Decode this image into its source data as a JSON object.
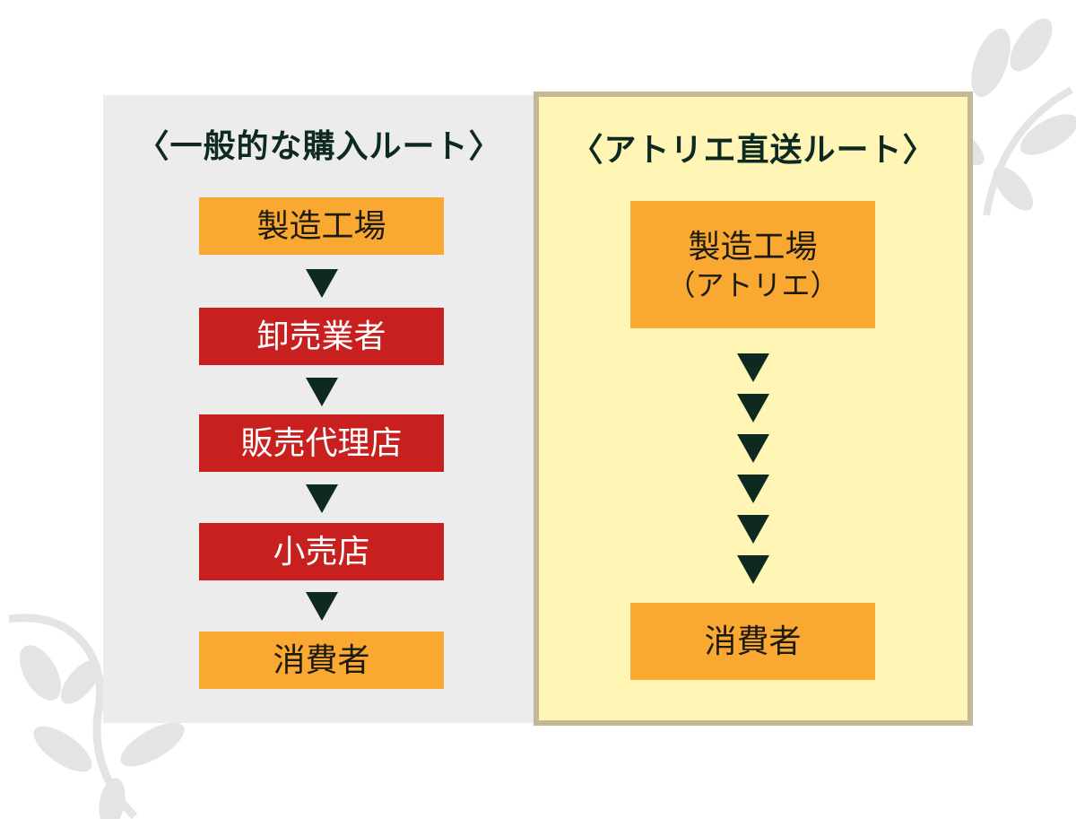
{
  "colors": {
    "left_panel_bg": "#ececec",
    "right_panel_bg": "#fff5b5",
    "right_panel_border": "#c6b796",
    "orange_box": "#f9a832",
    "red_box": "#c8201f",
    "arrow": "#0e2a20",
    "title_text": "#0e2a20"
  },
  "general_route": {
    "title": "〈一般的な購入ルート〉",
    "steps": [
      {
        "label": "製造工場",
        "style": "orange"
      },
      {
        "label": "卸売業者",
        "style": "red"
      },
      {
        "label": "販売代理店",
        "style": "red"
      },
      {
        "label": "小売店",
        "style": "red"
      },
      {
        "label": "消費者",
        "style": "orange"
      }
    ],
    "arrow_icon": "▼"
  },
  "atelier_route": {
    "title": "〈アトリエ直送ルート〉",
    "steps": [
      {
        "label": "製造工場",
        "sublabel": "（アトリエ）",
        "style": "orange"
      },
      {
        "label": "消費者",
        "style": "orange"
      }
    ],
    "arrow_count": 6,
    "arrow_icon": "▼"
  }
}
